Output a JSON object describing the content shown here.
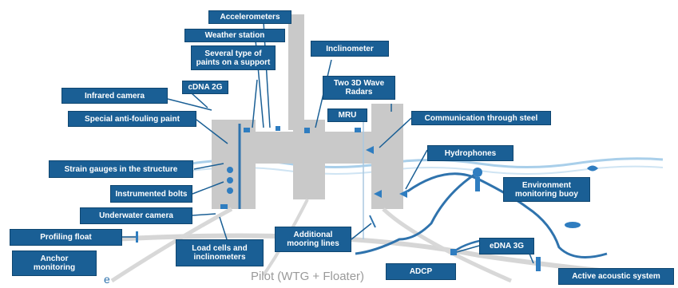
{
  "colors": {
    "label_bg": "#1a5f95",
    "structure": "#c9c9c9",
    "sea_line": "#9fc7e5",
    "cable": "#2f73ad",
    "sensor_icon": "#2f7dc0"
  },
  "labels": {
    "accelerometers": "Accelerometers",
    "weather_station": "Weather station",
    "paints": "Several type of\npaints on a support",
    "inclinometer": "Inclinometer",
    "infrared_camera": "Infrared camera",
    "edna_top": "cDNA 2G",
    "wave_radars": "Two 3D Wave\nRadars",
    "antifouling": "Special anti-fouling paint",
    "mru": "MRU",
    "comm_steel": "Communication through steel",
    "hydrophones": "Hydrophones",
    "strain_gauges": "Strain gauges in the structure",
    "env_buoy": "Environment\nmonitoring buoy",
    "bolts": "Instrumented bolts",
    "uw_camera": "Underwater camera",
    "mooring": "Additional\nmooring lines",
    "profiling_float": "Profiling float",
    "load_cells": "Load cells and\ninclinometers",
    "edna_bottom": "eDNA 3G",
    "anchor": "Anchor\nmonitoring",
    "adcp": "ADCP",
    "acoustic": "Active acoustic system"
  },
  "caption": "Pilot (WTG + Floater)",
  "icons": [
    "camera-icon",
    "weather-station-icon",
    "sensor-icon",
    "hydrophone-icon",
    "buoy-icon",
    "boat-icon",
    "fish-icon",
    "mooring-arrow-icon"
  ]
}
